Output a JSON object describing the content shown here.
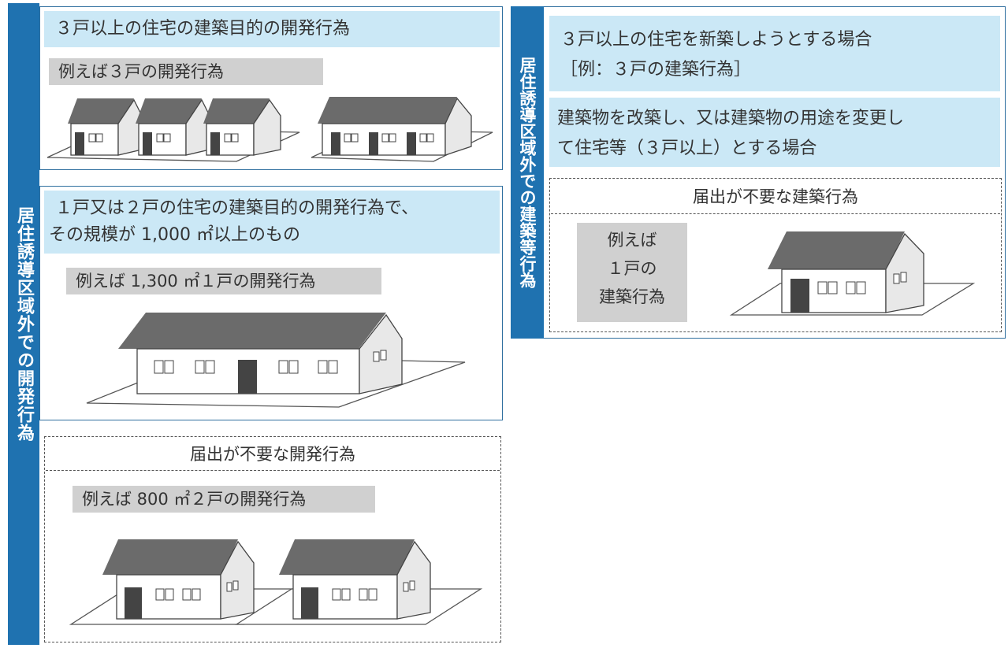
{
  "left": {
    "side_title": "居住誘導区域外での開発行為",
    "sec1": {
      "heading": "３戸以上の住宅の建築目的の開発行為",
      "example": "例えば３戸の開発行為"
    },
    "sec2": {
      "heading_line1": "１戸又は２戸の住宅の建築目的の開発行為で、",
      "heading_line2": "その規模が 1,000 ㎡以上のもの",
      "example": "例えば 1,300 ㎡１戸の開発行為"
    },
    "sec3": {
      "heading": "届出が不要な開発行為",
      "example": "例えば 800 ㎡２戸の開発行為"
    }
  },
  "right": {
    "side_title": "居住誘導区域外での建築等行為",
    "case1_line1": "３戸以上の住宅を新築しようとする場合",
    "case1_line2": "［例：３戸の建築行為］",
    "case2_line1": "建築物を改築し、又は建築物の用途を変更し",
    "case2_line2": "て住宅等（３戸以上）とする場合",
    "exempt": {
      "heading": "届出が不要な建築行為",
      "example_line1": "例えば",
      "example_line2": "１戸の",
      "example_line3": "建築行為"
    }
  },
  "colors": {
    "bar": "#1f72b0",
    "heading_bg": "#cbe8f6",
    "tag_bg": "#d0d0d0",
    "roof": "#6b6b6b",
    "door": "#4a4a4a"
  },
  "icons": [
    "house-icon"
  ]
}
